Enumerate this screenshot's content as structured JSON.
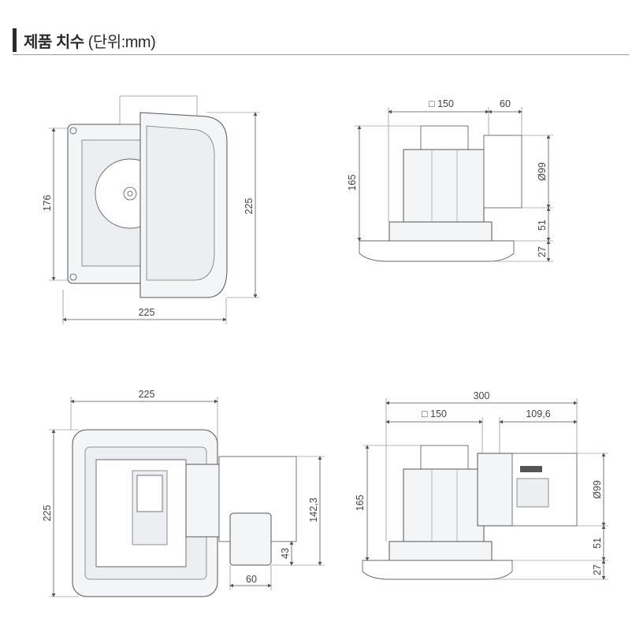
{
  "header": {
    "title_bold": "제품 치수",
    "title_unit": " (단위:mm)"
  },
  "dimensions": {
    "front_top": {
      "height_left": "176",
      "height_right": "225",
      "width_bottom": "225"
    },
    "side_top": {
      "square": "□ 150",
      "duct_len": "60",
      "height": "165",
      "duct_dia": "Ø99",
      "d51": "51",
      "d27": "27"
    },
    "front_bottom": {
      "width_top": "225",
      "height_left": "225",
      "height_right": "142,3",
      "d43": "43",
      "d60": "60"
    },
    "side_bottom": {
      "overall": "300",
      "square": "□ 150",
      "duct_len": "109,6",
      "height": "165",
      "duct_dia": "Ø99",
      "d51": "51",
      "d27": "27"
    }
  },
  "colors": {
    "line": "#555555",
    "fill_light": "#f4f5f7",
    "text": "#444444"
  }
}
